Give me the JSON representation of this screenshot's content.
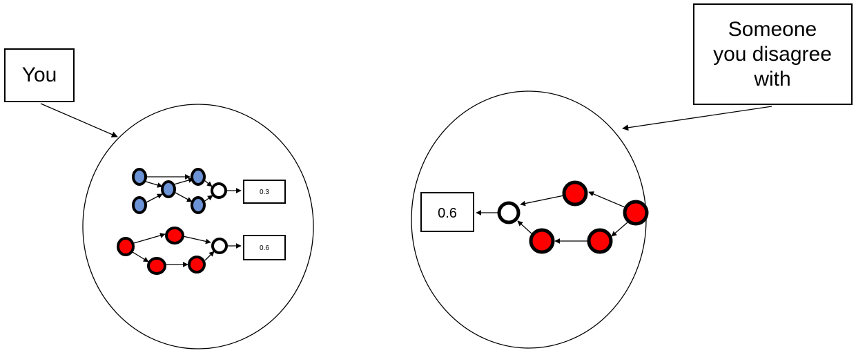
{
  "labels": {
    "you": "You",
    "other_line1": "Someone",
    "other_line2": "you disagree",
    "other_line3": "with"
  },
  "outputs": {
    "blue_network": "0.3",
    "red_network_you": "0.6",
    "red_network_other": "0.6"
  },
  "colors": {
    "blue_node": "#6b93d6",
    "red_node": "#ff0000",
    "output_node": "#ffffff",
    "stroke": "#000000"
  }
}
